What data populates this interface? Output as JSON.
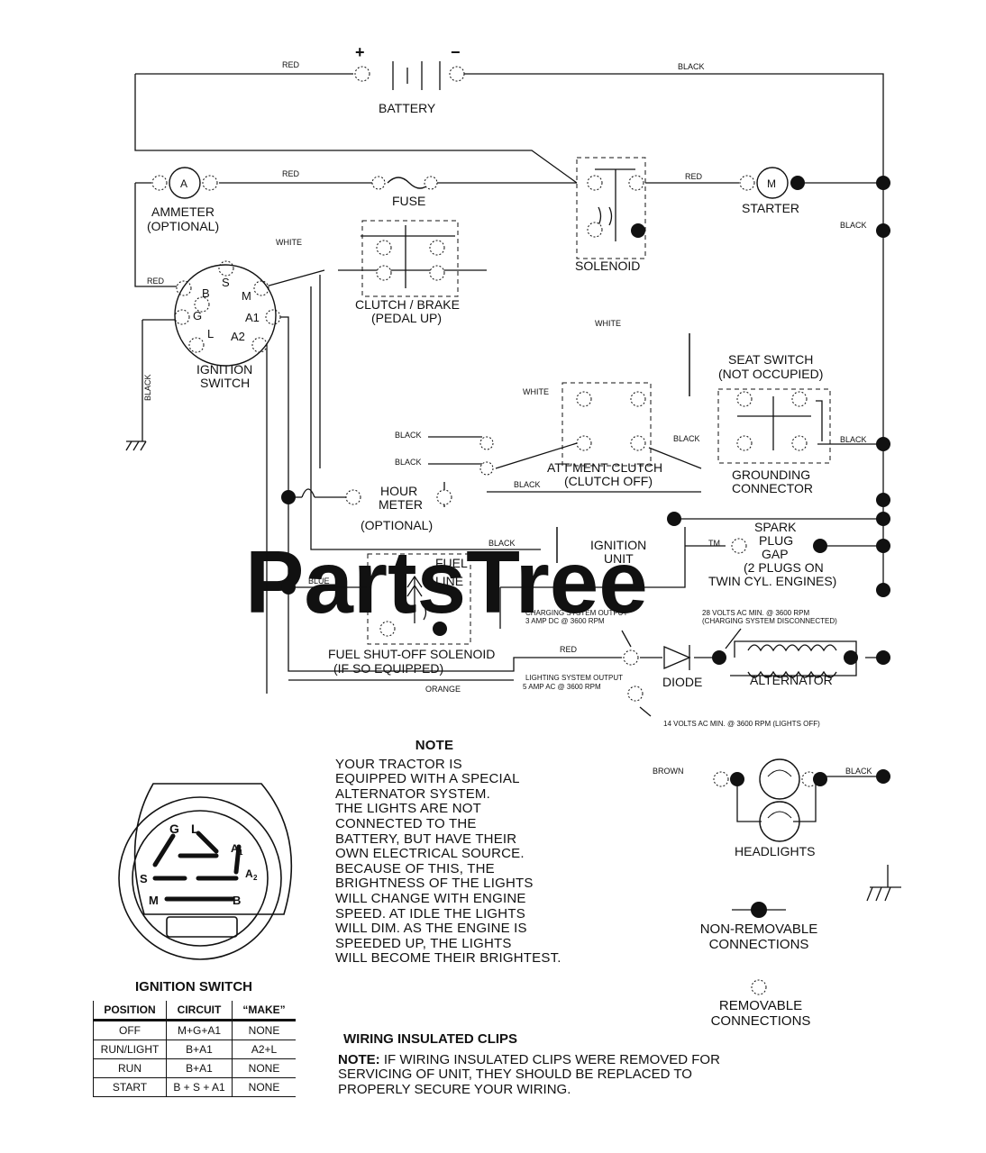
{
  "watermark": "PartsTree",
  "trademark": "TM",
  "components": {
    "battery": "BATTERY",
    "battery_plus": "+",
    "battery_minus": "−",
    "ammeter_symbol": "A",
    "ammeter": "AMMETER",
    "ammeter_opt": "(OPTIONAL)",
    "fuse": "FUSE",
    "solenoid": "SOLENOID",
    "starter_symbol": "M",
    "starter": "STARTER",
    "clutch_brake": "CLUTCH / BRAKE",
    "clutch_brake_sub": "(PEDAL UP)",
    "ignition_switch": "IGNITION",
    "ignition_switch_sub": "SWITCH",
    "seat_switch": "SEAT SWITCH",
    "seat_switch_sub": "(NOT OCCUPIED)",
    "grounding": "GROUNDING",
    "grounding_sub": "CONNECTOR",
    "attachment_clutch": "ATT'MENT CLUTCH",
    "attachment_clutch_sub": "(CLUTCH OFF)",
    "hour_meter_1": "HOUR",
    "hour_meter_2": "METER",
    "hour_meter_opt": "(OPTIONAL)",
    "ignition_unit_1": "IGNITION",
    "ignition_unit_2": "UNIT",
    "spark_1": "SPARK",
    "spark_2": "PLUG",
    "spark_3": "GAP",
    "spark_4": "(2 PLUGS ON",
    "spark_5": "TWIN CYL. ENGINES)",
    "fuel_line_1": "FUEL",
    "fuel_line_2": "LINE",
    "fuel_solenoid": "FUEL SHUT-OFF SOLENOID",
    "fuel_solenoid_sub": "(IF SO EQUIPPED)",
    "diode": "DIODE",
    "alternator": "ALTERNATOR",
    "headlights": "HEADLIGHTS"
  },
  "terminals": {
    "S": "S",
    "B": "B",
    "M": "M",
    "G": "G",
    "A1": "A1",
    "L": "L",
    "A2": "A2"
  },
  "wires": {
    "red": "RED",
    "black": "BLACK",
    "white": "WHITE",
    "blue": "BLUE",
    "orange": "ORANGE",
    "brown": "BROWN"
  },
  "specs": {
    "charging_1": "CHARGING SYSTEM OUTPUT",
    "charging_2": "3 AMP DC @ 3600 RPM",
    "ac28_1": "28 VOLTS AC MIN. @ 3600 RPM",
    "ac28_2": "(CHARGING SYSTEM DISCONNECTED)",
    "lighting_1": "LIGHTING SYSTEM OUTPUT",
    "lighting_2": "5 AMP AC @ 3600 RPM",
    "ac14": "14 VOLTS AC MIN. @ 3600 RPM (LIGHTS OFF)"
  },
  "note": {
    "title": "NOTE",
    "lines": [
      "YOUR TRACTOR IS",
      "EQUIPPED WITH A SPECIAL",
      "ALTERNATOR SYSTEM.",
      "THE LIGHTS ARE NOT",
      "CONNECTED TO THE",
      "BATTERY, BUT HAVE THEIR",
      "OWN ELECTRICAL SOURCE.",
      "BECAUSE OF THIS, THE",
      "BRIGHTNESS OF THE LIGHTS",
      "WILL CHANGE WITH ENGINE",
      "SPEED.  AT IDLE THE LIGHTS",
      "WILL DIM.  AS THE ENGINE IS",
      "SPEEDED UP, THE LIGHTS",
      "WILL BECOME THEIR BRIGHTEST."
    ]
  },
  "switch_face": {
    "G": "G",
    "L": "L",
    "A1": "A",
    "A1_sub": "1",
    "S": "S",
    "A2": "A",
    "A2_sub": "2",
    "M": "M",
    "B": "B"
  },
  "switch_table": {
    "title": "IGNITION SWITCH",
    "headers": [
      "POSITION",
      "CIRCUIT",
      "“MAKE”"
    ],
    "rows": [
      [
        "OFF",
        "M+G+A1",
        "NONE"
      ],
      [
        "RUN/LIGHT",
        "B+A1",
        "A2+L"
      ],
      [
        "RUN",
        "B+A1",
        "NONE"
      ],
      [
        "START",
        "B + S + A1",
        "NONE"
      ]
    ]
  },
  "legend": {
    "non_removable_1": "NON-REMOVABLE",
    "non_removable_2": "CONNECTIONS",
    "removable_1": "REMOVABLE",
    "removable_2": "CONNECTIONS"
  },
  "clips": {
    "title": "WIRING INSULATED CLIPS",
    "note_label": "NOTE:",
    "line1": " IF WIRING INSULATED CLIPS WERE REMOVED FOR",
    "line2": "SERVICING OF UNIT, THEY SHOULD BE REPLACED TO",
    "line3": "PROPERLY SECURE YOUR WIRING."
  }
}
